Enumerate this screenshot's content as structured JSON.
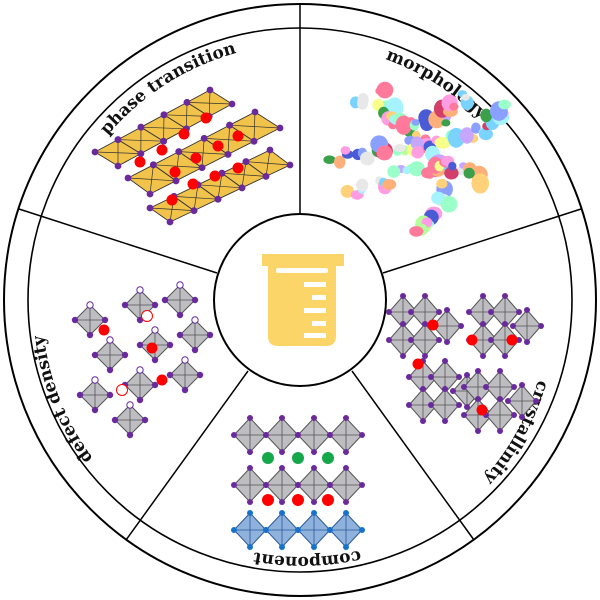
{
  "segments": [
    {
      "id": "phase",
      "label": "phase transition"
    },
    {
      "id": "morph",
      "label": "morphology"
    },
    {
      "id": "cryst",
      "label": "crystallinity"
    },
    {
      "id": "comp",
      "label": "component"
    },
    {
      "id": "defect",
      "label": "defect density"
    }
  ],
  "center_icon": "beaker-icon",
  "colors": {
    "ring_stroke": "#000000",
    "beaker": "#fbd567",
    "purple_atom": "#6a2a9e",
    "red_atom": "#ff0000",
    "green_atom": "#14a84a",
    "blue_atom": "#1673c9",
    "gold_octa": "#f2c34a",
    "gray_octa": "#bdbdc2",
    "blue_octa": "#8fb2dc"
  }
}
